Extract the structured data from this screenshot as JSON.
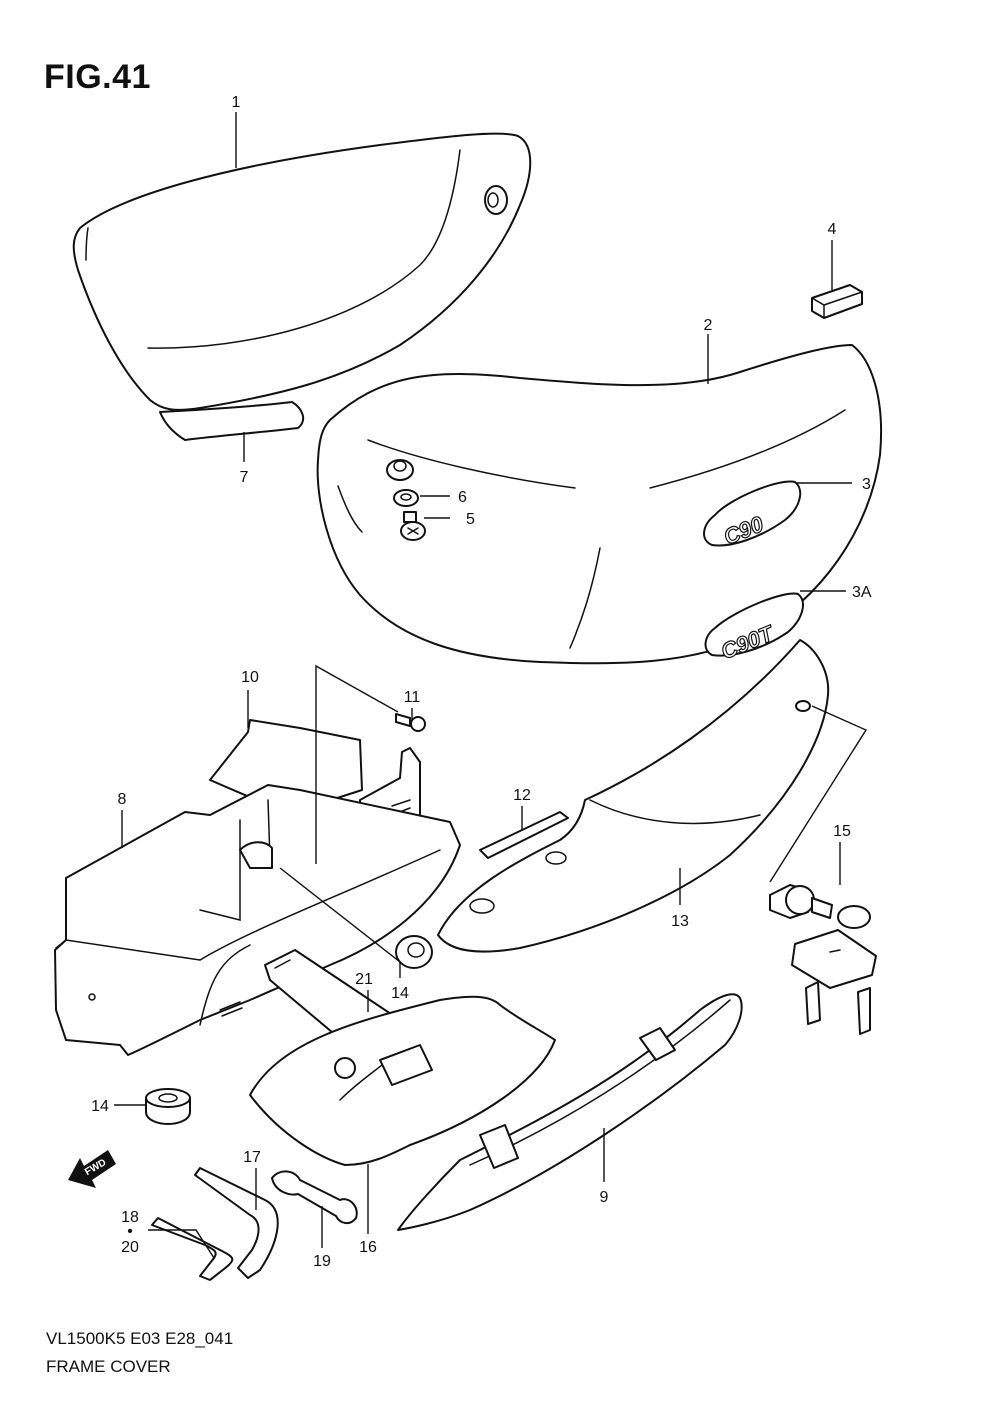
{
  "figure": {
    "title": "FIG.41"
  },
  "footer": {
    "code": "VL1500K5 E03 E28_041",
    "caption": "FRAME COVER"
  },
  "badges": {
    "badge_3": "C90",
    "badge_3a": "C90T"
  },
  "arrow": {
    "label": "FWD"
  },
  "callouts": [
    {
      "id": "c1",
      "label": "1"
    },
    {
      "id": "c2",
      "label": "2"
    },
    {
      "id": "c3",
      "label": "3"
    },
    {
      "id": "c3a",
      "label": "3A"
    },
    {
      "id": "c4",
      "label": "4"
    },
    {
      "id": "c5",
      "label": "5"
    },
    {
      "id": "c6",
      "label": "6"
    },
    {
      "id": "c7",
      "label": "7"
    },
    {
      "id": "c8",
      "label": "8"
    },
    {
      "id": "c9",
      "label": "9"
    },
    {
      "id": "c10",
      "label": "10"
    },
    {
      "id": "c11",
      "label": "11"
    },
    {
      "id": "c12",
      "label": "12"
    },
    {
      "id": "c13",
      "label": "13"
    },
    {
      "id": "c14a",
      "label": "14"
    },
    {
      "id": "c14b",
      "label": "14"
    },
    {
      "id": "c15",
      "label": "15"
    },
    {
      "id": "c16",
      "label": "16"
    },
    {
      "id": "c17",
      "label": "17"
    },
    {
      "id": "c18",
      "label": "18"
    },
    {
      "id": "c18dot",
      "label": "•"
    },
    {
      "id": "c19",
      "label": "19"
    },
    {
      "id": "c20",
      "label": "20"
    },
    {
      "id": "c21",
      "label": "21"
    }
  ]
}
